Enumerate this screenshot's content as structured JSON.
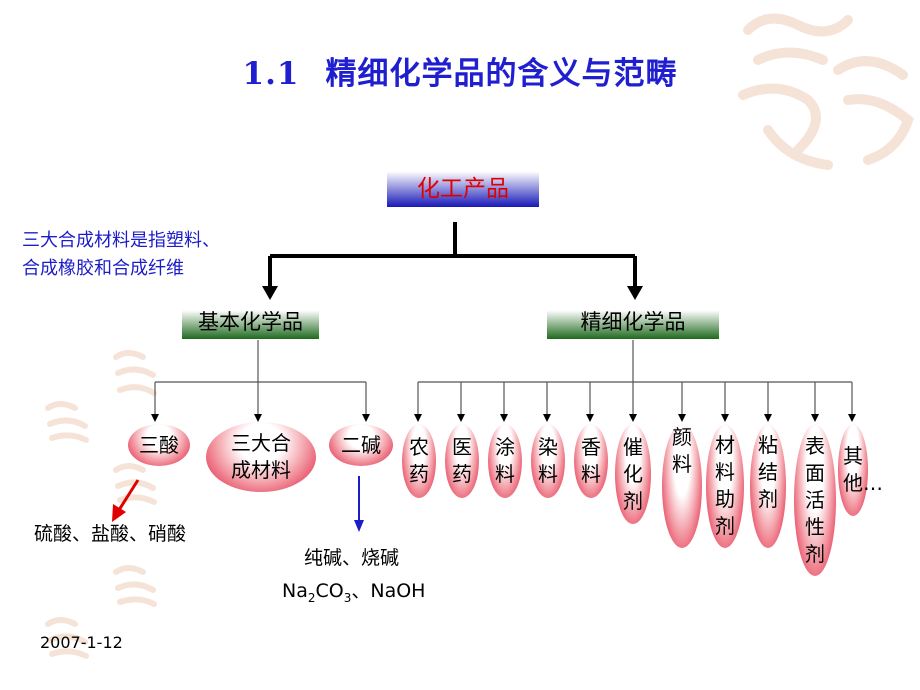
{
  "title": {
    "number": "1.1",
    "text": "精细化学品的含义与范畴"
  },
  "root": "化工产品",
  "note_lines": [
    "三大合成材料是指塑料、",
    "合成橡胶和合成纤维"
  ],
  "basic": {
    "label": "基本化学品",
    "children": [
      "三酸",
      "三大合成材料",
      "二碱"
    ]
  },
  "fine": {
    "label": "精细化学品",
    "children": [
      "农药",
      "医药",
      "涂料",
      "染料",
      "香料",
      "催化剂",
      "颜料",
      "材料助剂",
      "粘结剂",
      "表面活性剂",
      "其他…"
    ]
  },
  "acids_example": "硫酸、盐酸、硝酸",
  "bases_example": "纯碱、烧碱",
  "bases_formula": {
    "na": "Na",
    "sub1": "2",
    "co": "CO",
    "sub2": "3",
    "rest": "、NaOH"
  },
  "date": "2007-1-12",
  "colors": {
    "title": "#1f1fd0",
    "root_text": "#e00000",
    "note": "#1c1cc8",
    "oval_edge": "#e01030",
    "box_blue": "#1818b8",
    "box_green": "#1e6a1e",
    "arrow_red": "#e00000",
    "arrow_blue": "#1c1cc8"
  }
}
